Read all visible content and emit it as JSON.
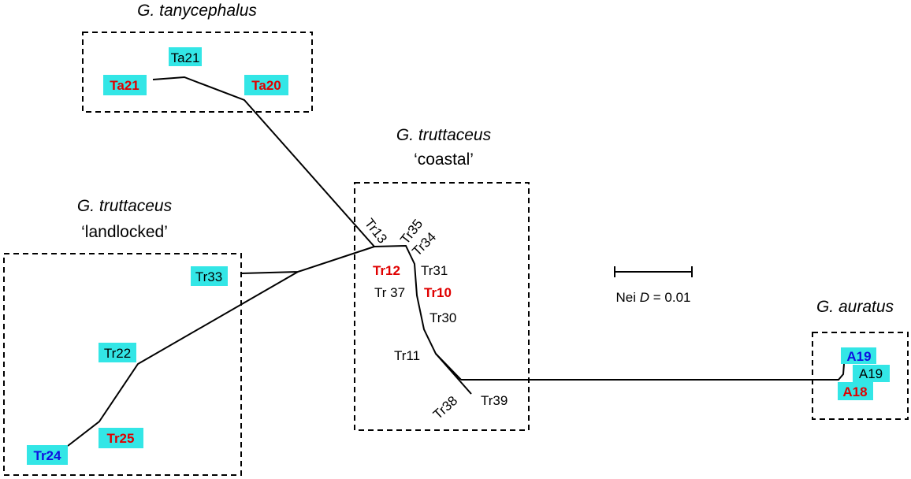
{
  "colors": {
    "highlight": "#33e6e6",
    "red_label": "#e00000",
    "blue_label": "#1010e0",
    "line": "#000000"
  },
  "groups": {
    "tanycephalus": {
      "title": "G. tanycephalus"
    },
    "coastal": {
      "title": "G. truttaceus",
      "subtitle": "‘coastal’"
    },
    "landlocked": {
      "title": "G. truttaceus",
      "subtitle": "‘landlocked’"
    },
    "auratus": {
      "title": "G. auratus"
    }
  },
  "scale_bar": {
    "label_prefix": "Nei ",
    "label_italic": "D",
    "label_suffix": " = 0.01",
    "value": 0.01
  },
  "leaves": {
    "ta21_top": "Ta21",
    "ta21_left": "Ta21",
    "ta20": "Ta20",
    "tr13": "Tr13",
    "tr35": "Tr35",
    "tr34": "Tr34",
    "tr31": "Tr31",
    "tr12": "Tr12",
    "tr37": "Tr 37",
    "tr10": "Tr10",
    "tr30": "Tr30",
    "tr11": "Tr11",
    "tr38": "Tr38",
    "tr39": "Tr39",
    "tr33": "Tr33",
    "tr22": "Tr22",
    "tr25": "Tr25",
    "tr24": "Tr24",
    "a19_blue": "A19",
    "a19": "A19",
    "a18": "A18"
  }
}
